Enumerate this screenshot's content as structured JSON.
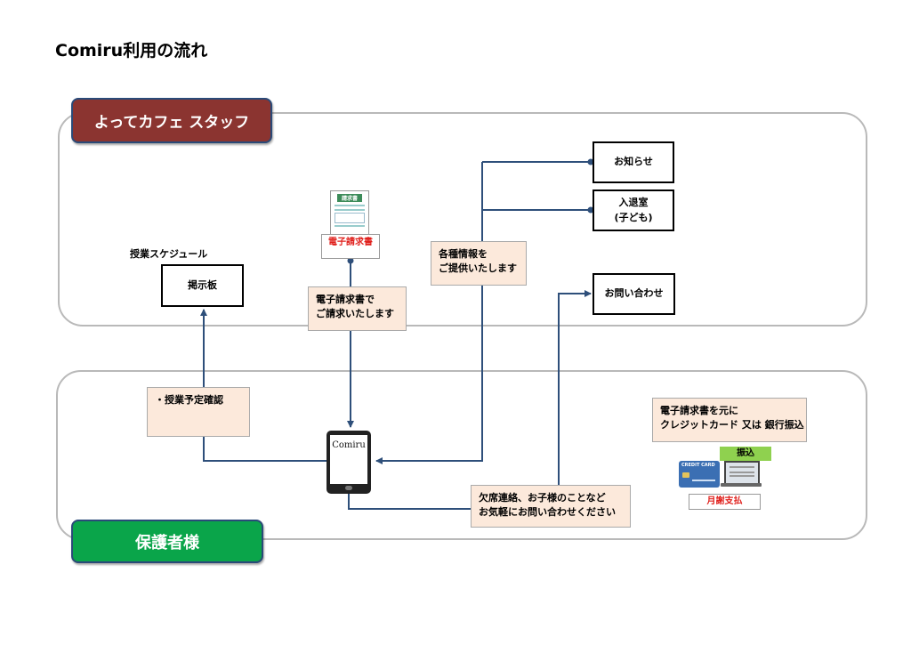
{
  "page_title": "Comiru利用の流れ",
  "staff_band": "よってカフェ スタッフ",
  "guardian_band": "保護者様",
  "schedule_label": "授業スケジュール",
  "bulletin_board": "掲示板",
  "invoice_doc_label": "電子請求書",
  "invoice_doc_header": "請求書",
  "invoice_note": [
    "電子請求書で",
    "ご請求いたします"
  ],
  "info_note": [
    "各種情報を",
    "ご提供いたします"
  ],
  "notice_box": "お知らせ",
  "attendance_box": [
    "入退室",
    "(子ども)"
  ],
  "inquiry_box": "お問い合わせ",
  "schedule_check_note": "・授業予定確認",
  "tablet_app": "Comiru",
  "contact_note": [
    "欠席連絡、お子様のことなど",
    "お気軽にお問い合わせください"
  ],
  "payment_note": [
    "電子請求書を元に",
    "クレジットカード 又は 銀行振込"
  ],
  "transfer_label": "振込",
  "credit_card_text": "CREDIT CARD",
  "monthly_payment": "月謝支払",
  "colors": {
    "staff_band": "#8b3430",
    "guardian_band": "#0aa54a",
    "connector": "#2e4f7a",
    "note_fill": "#fce9db",
    "region_border": "#b9b9b9"
  }
}
